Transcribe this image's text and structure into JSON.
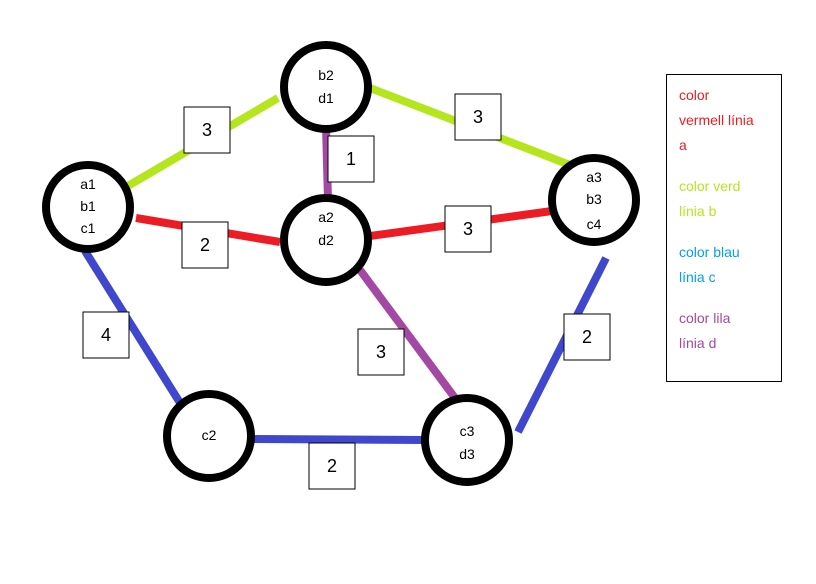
{
  "colors": {
    "a": "#ed1c24",
    "b": "#b5e61d",
    "c": "#3f48cc",
    "d": "#a349a4",
    "node_border": "#000000"
  },
  "nodes": [
    {
      "id": "n1",
      "labels": [
        "b2",
        "d1"
      ]
    },
    {
      "id": "n2",
      "labels": [
        "a1",
        "b1",
        "c1"
      ]
    },
    {
      "id": "n3",
      "labels": [
        "a2",
        "d2"
      ]
    },
    {
      "id": "n4",
      "labels": [
        "a3",
        "b3",
        "c4"
      ]
    },
    {
      "id": "n5",
      "labels": [
        "c2"
      ]
    },
    {
      "id": "n6",
      "labels": [
        "c3",
        "d3"
      ]
    }
  ],
  "edges": [
    {
      "from": "n2",
      "to": "n1",
      "line": "b",
      "weight": "3"
    },
    {
      "from": "n1",
      "to": "n4",
      "line": "b",
      "weight": "3"
    },
    {
      "from": "n1",
      "to": "n3",
      "line": "d",
      "weight": "1"
    },
    {
      "from": "n2",
      "to": "n3",
      "line": "a",
      "weight": "2"
    },
    {
      "from": "n3",
      "to": "n4",
      "line": "a",
      "weight": "3"
    },
    {
      "from": "n2",
      "to": "n5",
      "line": "c",
      "weight": "4"
    },
    {
      "from": "n3",
      "to": "n6",
      "line": "d",
      "weight": "3"
    },
    {
      "from": "n4",
      "to": "n6",
      "line": "c",
      "weight": "2"
    },
    {
      "from": "n5",
      "to": "n6",
      "line": "c",
      "weight": "2"
    }
  ],
  "legend": [
    {
      "line": "a",
      "color": "#ed1c24",
      "lines": [
        "color",
        "vermell línia",
        "a"
      ]
    },
    {
      "line": "b",
      "color": "#b5e61d",
      "lines": [
        "color verd",
        "línia b"
      ]
    },
    {
      "line": "c",
      "color": "#00a2e8",
      "lines": [
        "color blau",
        "línia c"
      ]
    },
    {
      "line": "d",
      "color": "#a349a4",
      "lines": [
        "color lila",
        "línia d"
      ]
    }
  ]
}
